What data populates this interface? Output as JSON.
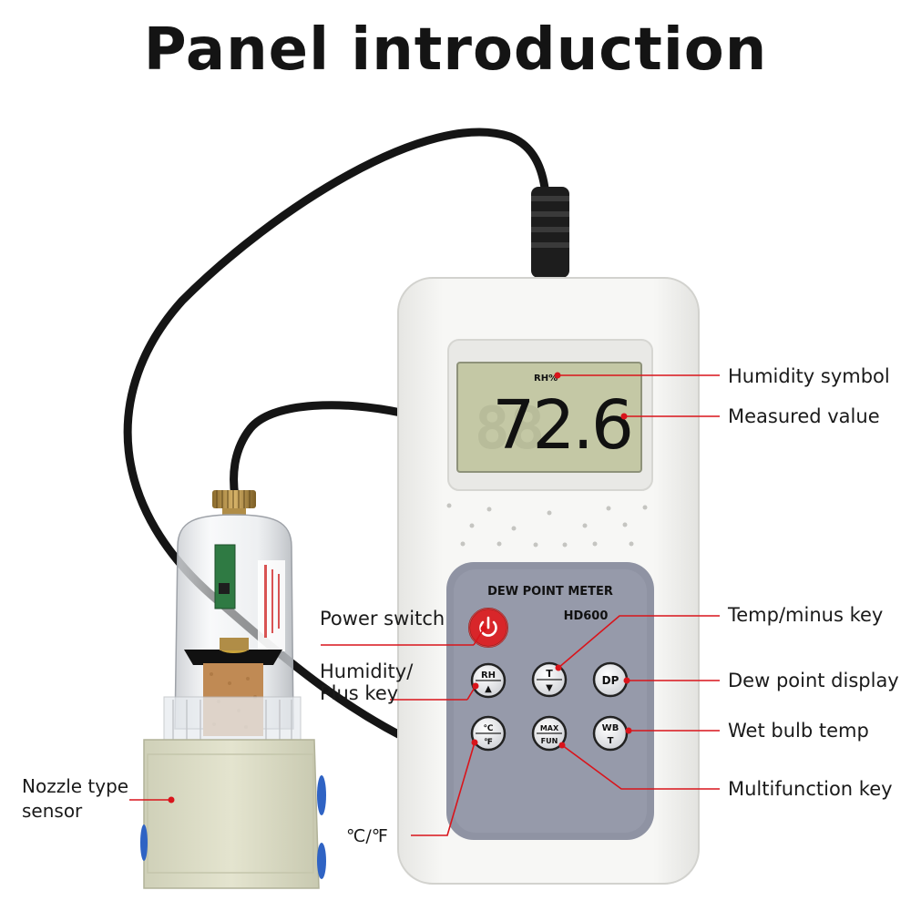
{
  "title": "Panel introduction",
  "device": {
    "name": "DEW POINT METER",
    "model": "HD600",
    "display": {
      "symbol": "RH%",
      "value": "72.6"
    },
    "keys": {
      "rh_top": "RH",
      "rh_bottom": "▲",
      "t_top": "T",
      "t_bottom": "▼",
      "dp": "DP",
      "unit_top": "℃",
      "unit_bottom": "℉",
      "max_top": "MAX",
      "max_bottom": "FUN",
      "wb_top": "WB",
      "wb_bottom": "T"
    }
  },
  "callouts": {
    "humidity_symbol": "Humidity symbol",
    "measured_value": "Measured value",
    "power_switch": "Power switch",
    "temp_minus": "Temp/minus key",
    "humidity_plus": "Humidity/\nPlus key",
    "dew_point": "Dew point display",
    "wet_bulb": "Wet bulb temp",
    "multifunction": "Multifunction key",
    "nozzle": "Nozzle type\nsensor",
    "unit": "℃/℉"
  },
  "colors": {
    "leader": "#d9141b",
    "power": "#d8262a",
    "keypad": "#8f93a3",
    "lcd": "#c4c8a5",
    "body": "#f3f3f1"
  }
}
